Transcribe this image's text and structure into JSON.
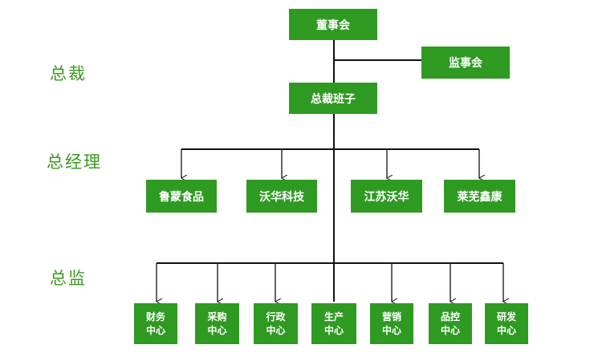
{
  "labels": {
    "ceo": "总裁",
    "gm": "总经理",
    "director": "总监"
  },
  "board": "董事会",
  "supervisory": "监事会",
  "president_team": "总裁班子",
  "companies": [
    "鲁蒙食品",
    "沃华科技",
    "江苏沃华",
    "莱芜鑫康"
  ],
  "centers": [
    {
      "line1": "财务",
      "line2": "中心"
    },
    {
      "line1": "采购",
      "line2": "中心"
    },
    {
      "line1": "行政",
      "line2": "中心"
    },
    {
      "line1": "生产",
      "line2": "中心"
    },
    {
      "line1": "营销",
      "line2": "中心"
    },
    {
      "line1": "品控",
      "line2": "中心"
    },
    {
      "line1": "研发",
      "line2": "中心"
    }
  ],
  "colors": {
    "box": "#2f9a22",
    "label": "#3a9a1f",
    "line": "#111111"
  }
}
